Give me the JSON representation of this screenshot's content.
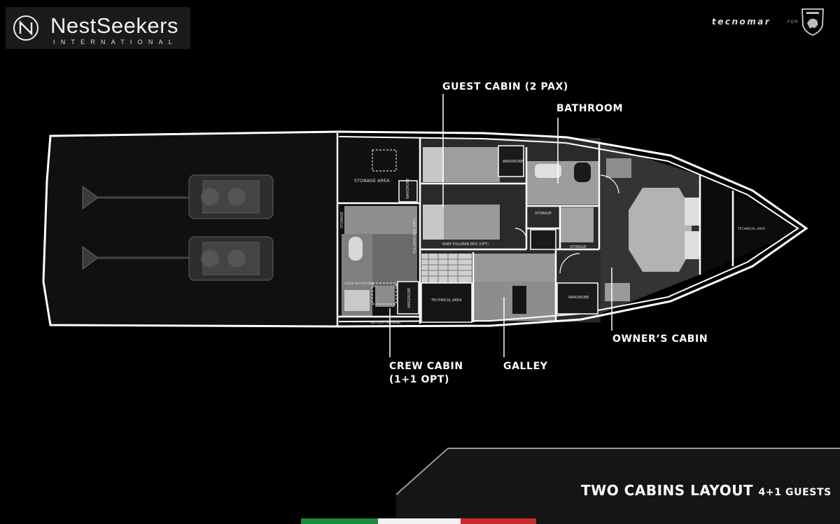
{
  "logo": {
    "name": "NestSeekers",
    "subtitle": "INTERNATIONAL"
  },
  "partner": {
    "brand": "tecnomar",
    "for_text": "FOR"
  },
  "callouts": {
    "guest_cabin": "GUEST CABIN (2 PAX)",
    "bathroom": "BATHROOM",
    "owners_cabin": "OWNER’S CABIN",
    "crew_cabin_line1": "CREW CABIN",
    "crew_cabin_line2": "(1+1 OPT)",
    "galley": "GALLEY"
  },
  "plan_labels": {
    "storage_area": "STORAGE AREA",
    "wardrobe_1": "WARDROBE",
    "wardrobe_2": "WARDROBE",
    "wardrobe_3": "WARDROBE",
    "wardrobe_4": "WARDROBE",
    "storage_1": "STORAGE",
    "storage_2": "STORAGE",
    "storage_3": "STORAGE",
    "technical_area": "TECHNICAL AREA",
    "technical_area_fore": "TECHNICAL AREA",
    "crew_bathroom": "CREW BATHROOM",
    "pullman": "BABY PULLMAN BED (OPT)",
    "pullman_vertical": "PULLMAN BED (OPT)",
    "battery": "BATTERY HOUSING"
  },
  "footer": {
    "title": "TWO CABINS LAYOUT",
    "subtitle": "4+1 GUESTS"
  },
  "colors": {
    "background": "#000000",
    "hull_line": "#ffffff",
    "room_light": "#9a9a9a",
    "room_dark": "#3a3a3a",
    "flag_green": "#1f8a3c",
    "flag_white": "#f2f2f2",
    "flag_red": "#c62a2a"
  }
}
